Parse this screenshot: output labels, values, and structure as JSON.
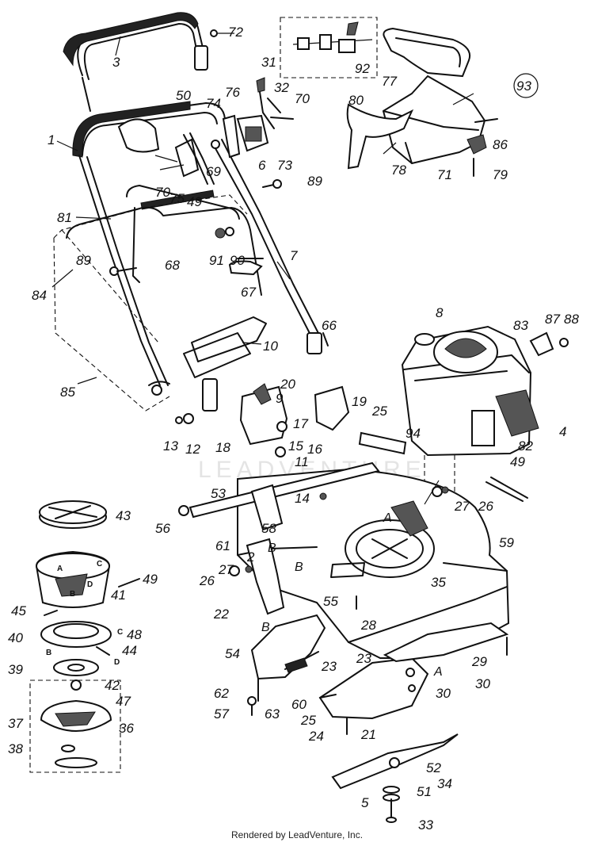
{
  "footer": "Rendered by LeadVenture, Inc.",
  "watermark": "LEADVENTURE",
  "callouts": {
    "c1": "1",
    "c2": "2",
    "c3": "3",
    "c4": "4",
    "c5": "5",
    "c6": "6",
    "c7": "7",
    "c8": "8",
    "c9": "9",
    "c10": "10",
    "c11": "11",
    "c12": "12",
    "c13": "13",
    "c14": "14",
    "c15": "15",
    "c16": "16",
    "c17": "17",
    "c18": "18",
    "c19": "19",
    "c20": "20",
    "c21": "21",
    "c22": "22",
    "c23a": "23",
    "c23b": "23",
    "c24": "24",
    "c25a": "25",
    "c25b": "25",
    "c26a": "26",
    "c26b": "26",
    "c27a": "27",
    "c27b": "27",
    "c28": "28",
    "c29": "29",
    "c30a": "30",
    "c30b": "30",
    "c31": "31",
    "c32": "32",
    "c33": "33",
    "c34": "34",
    "c35": "35",
    "c36": "36",
    "c37": "37",
    "c38": "38",
    "c39": "39",
    "c40": "40",
    "c41": "41",
    "c42": "42",
    "c43": "43",
    "c44": "44",
    "c45": "45",
    "c47": "47",
    "c48": "48",
    "c49a": "49",
    "c49b": "49",
    "c49c": "49",
    "c50": "50",
    "c51": "51",
    "c52": "52",
    "c53": "53",
    "c54": "54",
    "c55": "55",
    "c56": "56",
    "c57": "57",
    "c58": "58",
    "c59": "59",
    "c60": "60",
    "c61": "61",
    "c62": "62",
    "c63": "63",
    "c66": "66",
    "c67": "67",
    "c68": "68",
    "c69": "69",
    "c70a": "70",
    "c70b": "70",
    "c71": "71",
    "c72": "72",
    "c73": "73",
    "c74": "74",
    "c75": "75",
    "c76": "76",
    "c77": "77",
    "c78": "78",
    "c79": "79",
    "c80": "80",
    "c81": "81",
    "c82": "82",
    "c83": "83",
    "c84": "84",
    "c85": "85",
    "c86": "86",
    "c87": "87",
    "c88": "88",
    "c89a": "89",
    "c89b": "89",
    "c90": "90",
    "c91": "91",
    "c92": "92",
    "c93": "93",
    "c94": "94"
  },
  "letters": {
    "A1": "A",
    "A2": "A",
    "B1": "B",
    "B2": "B",
    "B3": "B",
    "hubA": "A",
    "hubB": "B",
    "hubC": "C",
    "hubD": "D",
    "l40B": "B",
    "l48C": "C",
    "l44D": "D"
  }
}
